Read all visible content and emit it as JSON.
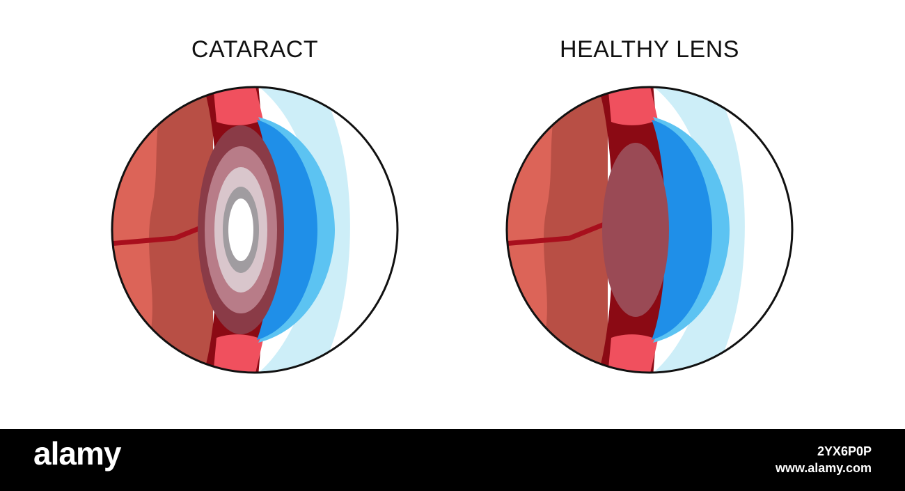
{
  "panels": [
    {
      "title": "CATARACT",
      "lens_state": "cataract"
    },
    {
      "title": "HEALTHY LENS",
      "lens_state": "healthy"
    }
  ],
  "colors": {
    "outline": "#111111",
    "retina": "#dc6458",
    "retina_dark": "#b84f45",
    "choroid": "#8b0a14",
    "ciliary": "#f0505e",
    "iris_blue": "#1f8fe8",
    "iris_light": "#5cc3f2",
    "cornea_light": "#cdeef8",
    "healthy_lens": "#9a4a55",
    "cataract_opacity": "#ffffff"
  },
  "footer": {
    "brand": "alamy",
    "image_id": "2YX6P0P",
    "site": "www.alamy.com"
  }
}
